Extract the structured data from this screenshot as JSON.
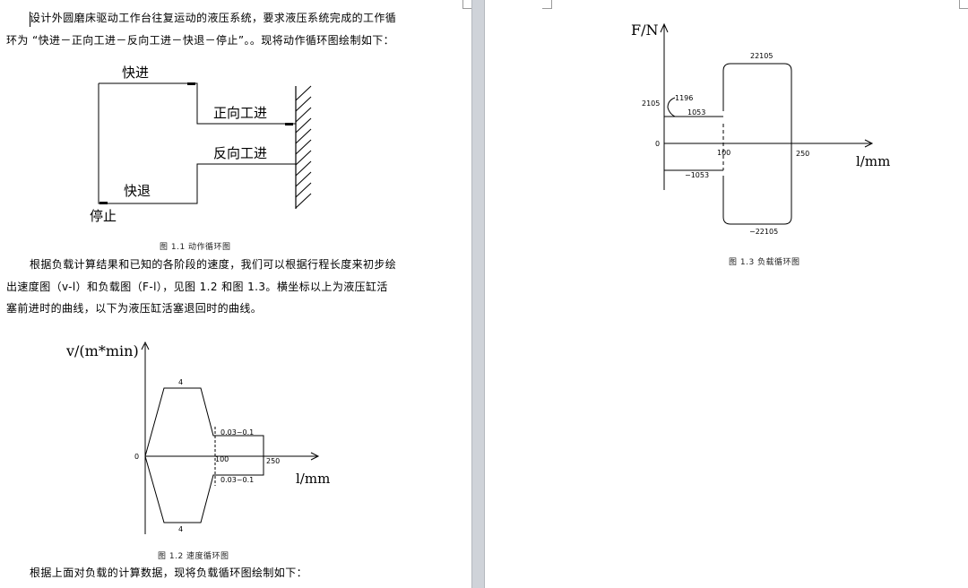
{
  "left_page": {
    "para1": {
      "line1": "设计外圆磨床驱动工作台往复运动的液压系统，要求液压系统完成的工作循",
      "line2": "环为 “快进－正向工进－反向工进－快退－停止”。。现将动作循环图绘制如下："
    },
    "fig11": {
      "label_fast_forward": "快进",
      "label_forward_work": "正向工进",
      "label_reverse_work": "反向工进",
      "label_fast_return": "快退",
      "label_stop": "停止",
      "caption": "图 1.1 动作循环图"
    },
    "para2": {
      "line1": "根据负载计算结果和已知的各阶段的速度，我们可以根据行程长度来初步绘",
      "line2": "出速度图（v-l）和负载图（F-l），见图 1.2 和图 1.3。横坐标以上为液压缸活",
      "line3": "塞前进时的曲线，以下为液压缸活塞退回时的曲线。"
    },
    "fig12": {
      "y_axis_label": "v/(m*min)",
      "x_axis_label": "l/mm",
      "origin": "0",
      "tick_100": "100",
      "tick_250": "250",
      "label_top": "4",
      "label_bottom": "4",
      "label_work_top": "0.03~0.1",
      "label_work_bottom": "0.03~0.1",
      "caption": "图 1.2 速度循环图"
    },
    "para3": {
      "line1": "根据上面对负载的计算数据，现将负载循环图绘制如下："
    }
  },
  "right_page": {
    "fig13": {
      "y_axis_label": "F/N",
      "x_axis_label": "l/mm",
      "origin": "0",
      "tick_100": "100",
      "tick_250": "250",
      "label_2105": "2105",
      "label_1196": "1196",
      "label_1053": "1053",
      "label_neg1053": "−1053",
      "label_22105": "22105",
      "label_neg22105": "−22105",
      "caption": "图 1.3 负载循环图"
    }
  },
  "colors": {
    "page": "#ffffff",
    "gutter": "#cfd3d9",
    "ink": "#000000"
  }
}
